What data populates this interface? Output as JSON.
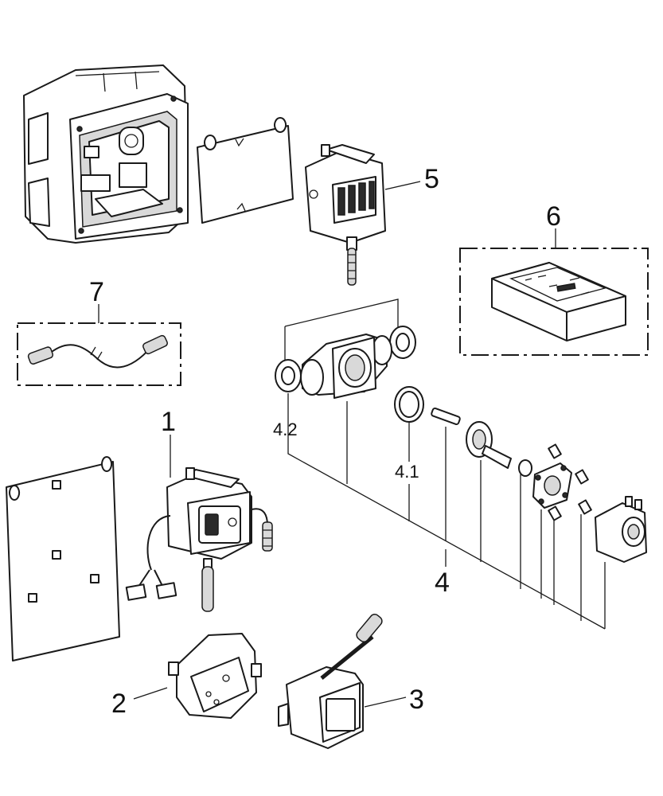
{
  "diagram": {
    "labels": {
      "part_1": "1",
      "part_2": "2",
      "part_3": "3",
      "part_4": "4",
      "part_4_1": "4.1",
      "part_4_2": "4.2",
      "part_5": "5",
      "part_6": "6",
      "part_7": "7"
    },
    "colors": {
      "ink": "#1a1a1a",
      "background": "#ffffff",
      "shade": "#d9d9d9"
    }
  }
}
